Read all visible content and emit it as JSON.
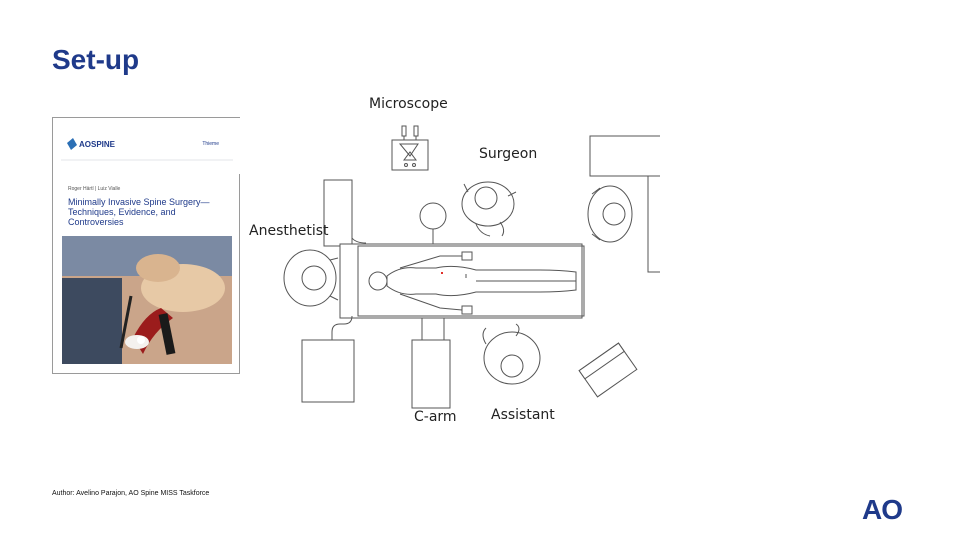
{
  "slide": {
    "title": "Set-up"
  },
  "book": {
    "brand": "AOSPINE",
    "publisher": "Thieme",
    "authors": "Roger Härtl | Luiz Vialle",
    "title_line1": "Minimally Invasive Spine Surgery—",
    "title_line2": "Techniques, Evidence, and Controversies"
  },
  "diagram": {
    "labels": {
      "microscope": "Microscope",
      "surgeon": "Surgeon",
      "anesthetist": "Anesthetist",
      "c_arm": "C-arm",
      "assistant": "Assistant"
    }
  },
  "footer": {
    "credit": "Author: Avelino Parajon, AO Spine MISS Taskforce"
  },
  "logo": {
    "text": "AO"
  },
  "colors": {
    "brand": "#1f3a8a",
    "line": "#555555",
    "incision": "#e0312b"
  }
}
